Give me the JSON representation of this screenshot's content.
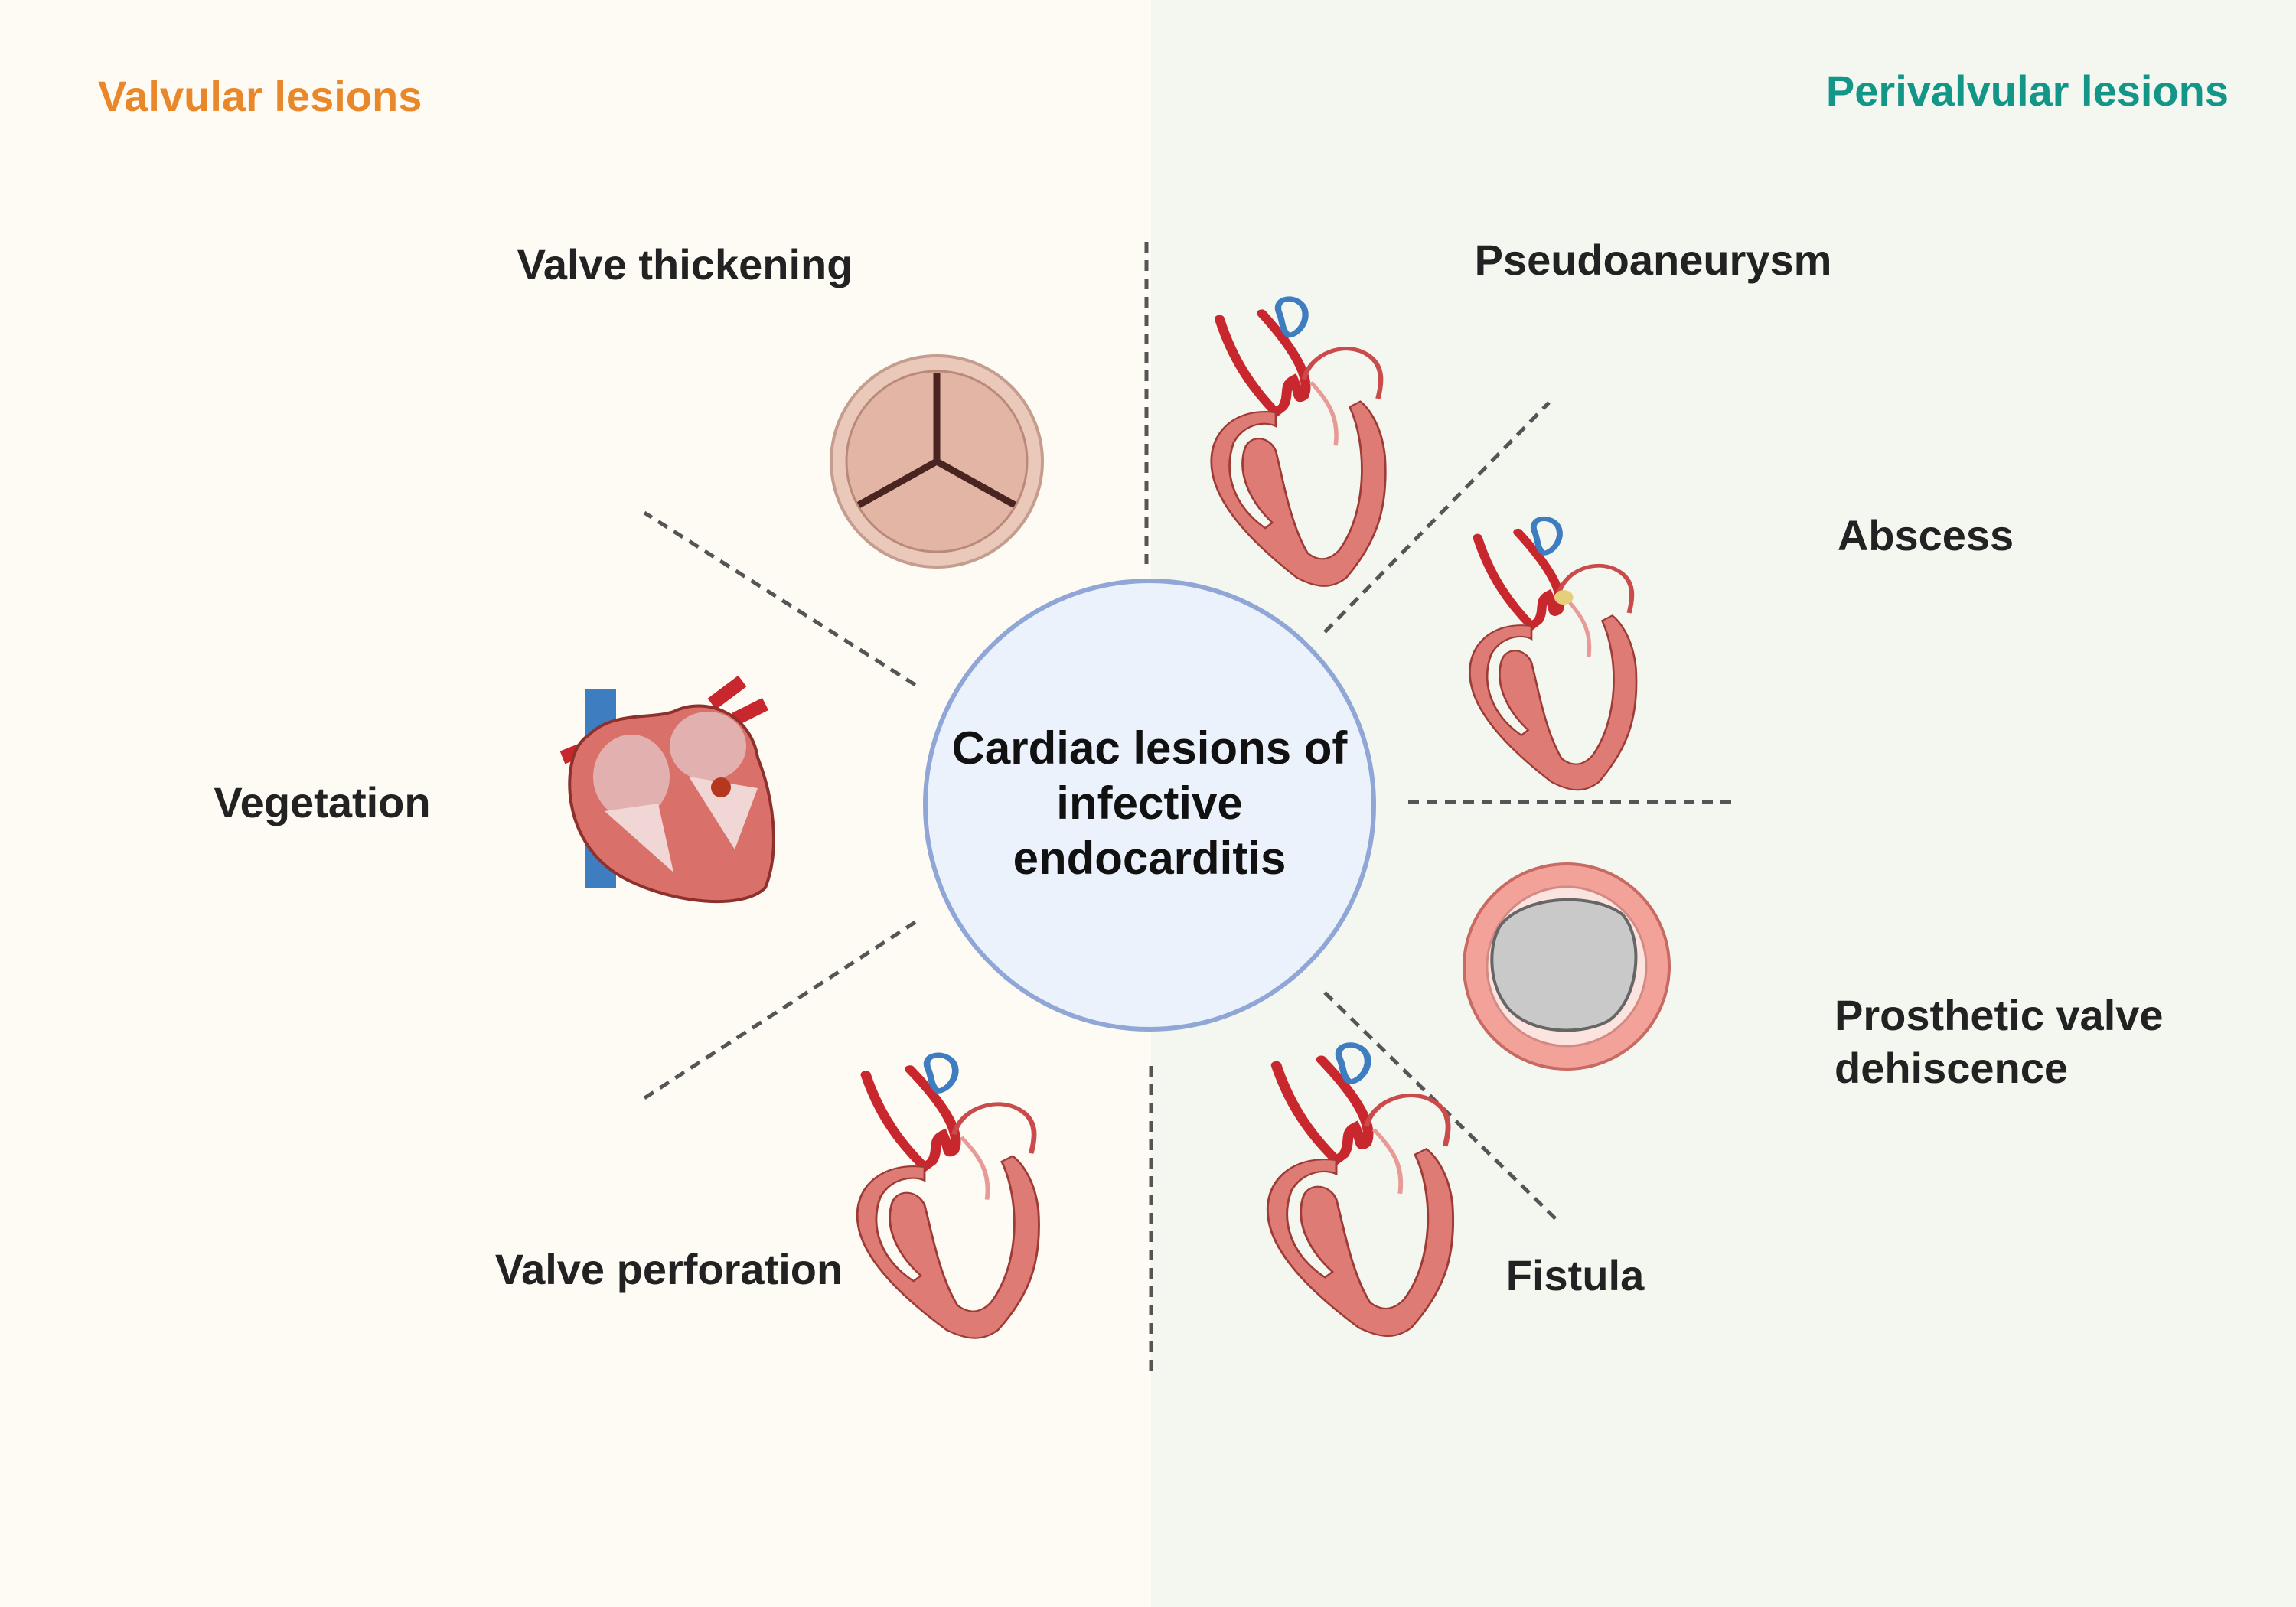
{
  "sections": {
    "left": {
      "title": "Valvular lesions",
      "color": "#E8882A"
    },
    "right": {
      "title": "Perivalvular lesions",
      "color": "#139688"
    }
  },
  "center": {
    "lines": [
      "Cardiac lesions of",
      "infective",
      "endocarditis"
    ]
  },
  "lesions": {
    "valve_thickening": "Valve thickening",
    "vegetation": "Vegetation",
    "valve_perforation": "Valve perforation",
    "pseudoaneurysm": "Pseudoaneurysm",
    "abscess": "Abscess",
    "prosthetic_line1": "Prosthetic valve",
    "prosthetic_line2": "dehiscence",
    "fistula": "Fistula"
  },
  "colors": {
    "left_bg": "#FDFBF4",
    "right_bg": "#F4F7F0",
    "circle_fill": "#EBF2FB",
    "circle_stroke": "#8FA6D6",
    "myocardium": "#DE7B74",
    "artery": "#C8272D",
    "vein": "#3F7DC1"
  }
}
